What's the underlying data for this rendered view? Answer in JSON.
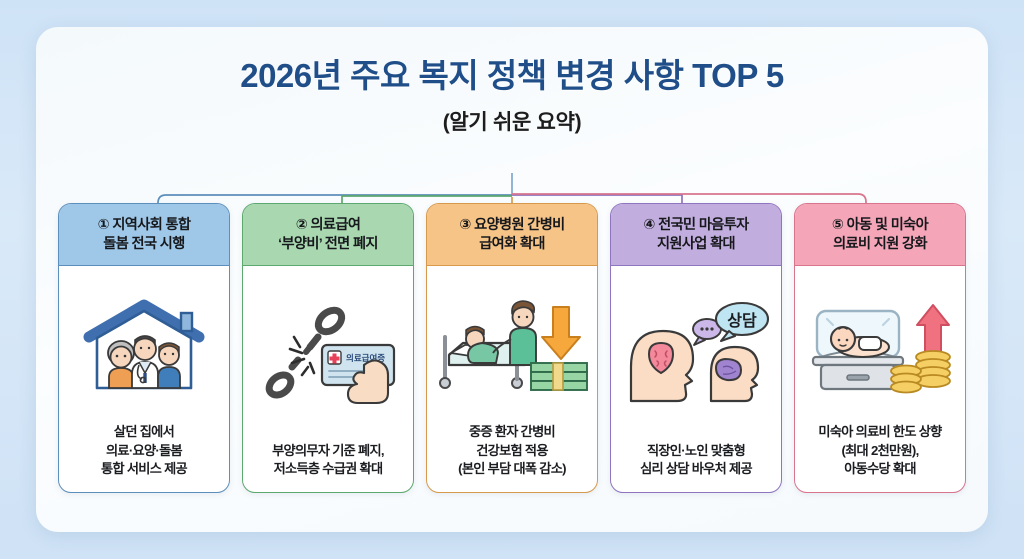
{
  "poster": {
    "title_main": "2026년 주요 복지 정책 변경 사항 TOP 5",
    "title_sub": "(알기 쉬운 요약)",
    "title_color": "#1f4e89"
  },
  "connector": {
    "description": "tree-bracket connector from title to five cards"
  },
  "cards": [
    {
      "number": "①",
      "head": "① 지역사회 통합\n돌봄 전국 시행",
      "body": "살던 집에서\n의료·요양·돌봄\n통합 서비스 제공",
      "header_color": "#9fc8e8",
      "border_color": "#5d8fbc",
      "icon": "house-family-icon"
    },
    {
      "number": "②",
      "head": "② 의료급여\n‘부양비’ 전면 폐지",
      "body": "부양의무자 기준 폐지,\n저소득층 수급권 확대",
      "header_color": "#a9d8b0",
      "border_color": "#5da86f",
      "icon": "broken-chain-medical-card-icon",
      "card_label": "의료급여증"
    },
    {
      "number": "③",
      "head": "③ 요양병원 간병비\n급여화 확대",
      "body": "중증 환자 간병비\n건강보험 적용\n(본인 부담 대폭 감소)",
      "header_color": "#f6c487",
      "border_color": "#d79a4d",
      "icon": "hospital-bed-caregiver-money-icon"
    },
    {
      "number": "④",
      "head": "④ 전국민 마음투자\n지원사업 확대",
      "body": "직장인·노인 맞춤형\n심리 상담 바우처 제공",
      "header_color": "#c2aede",
      "border_color": "#8f74bf",
      "icon": "mind-counseling-heads-icon",
      "bubble_label": "상담"
    },
    {
      "number": "⑤",
      "head": "⑤ 아동 및 미숙아\n의료비 지원 강화",
      "body": "미숙아 의료비 한도 상향\n(최대 2천만원),\n아동수당 확대",
      "header_color": "#f4a6b8",
      "border_color": "#d9748d",
      "icon": "incubator-baby-coins-icon"
    }
  ]
}
